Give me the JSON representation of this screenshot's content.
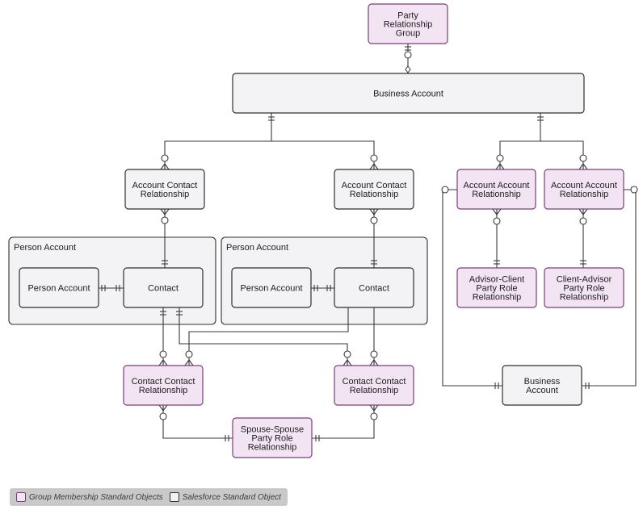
{
  "colors": {
    "purple_fill": "#f3e4f3",
    "purple_stroke": "#7b3d7b",
    "gray_fill": "#f3f3f5",
    "gray_stroke": "#2f2f2f",
    "group_fill": "#f3f3f5",
    "line": "#3a3a3a"
  },
  "groups": [
    {
      "id": "pa_left",
      "title": "Person Account"
    },
    {
      "id": "pa_right",
      "title": "Person Account"
    }
  ],
  "nodes": [
    {
      "id": "prg",
      "kind": "purple",
      "lines": [
        "Party",
        "Relationship",
        "Group"
      ]
    },
    {
      "id": "ba_top",
      "kind": "gray",
      "lines": [
        "Business Account"
      ]
    },
    {
      "id": "acr1",
      "kind": "gray",
      "lines": [
        "Account Contact",
        "Relationship"
      ]
    },
    {
      "id": "acr2",
      "kind": "gray",
      "lines": [
        "Account Contact",
        "Relationship"
      ]
    },
    {
      "id": "aar1",
      "kind": "purple",
      "lines": [
        "Account Account",
        "Relationship"
      ]
    },
    {
      "id": "aar2",
      "kind": "purple",
      "lines": [
        "Account Account",
        "Relationship"
      ]
    },
    {
      "id": "pa1_person",
      "kind": "gray",
      "lines": [
        "Person Account"
      ]
    },
    {
      "id": "pa1_contact",
      "kind": "gray",
      "lines": [
        "Contact"
      ]
    },
    {
      "id": "pa2_person",
      "kind": "gray",
      "lines": [
        "Person Account"
      ]
    },
    {
      "id": "pa2_contact",
      "kind": "gray",
      "lines": [
        "Contact"
      ]
    },
    {
      "id": "acpr",
      "kind": "purple",
      "lines": [
        "Advisor-Client",
        "Party Role",
        "Relationship"
      ]
    },
    {
      "id": "capr",
      "kind": "purple",
      "lines": [
        "Client-Advisor",
        "Party Role",
        "Relationship"
      ]
    },
    {
      "id": "ccr1",
      "kind": "purple",
      "lines": [
        "Contact Contact",
        "Relationship"
      ]
    },
    {
      "id": "ccr2",
      "kind": "purple",
      "lines": [
        "Contact Contact",
        "Relationship"
      ]
    },
    {
      "id": "ba_bottom",
      "kind": "gray",
      "lines": [
        "Business",
        "Account"
      ]
    },
    {
      "id": "sspr",
      "kind": "purple",
      "lines": [
        "Spouse-Spouse",
        "Party Role",
        "Relationship"
      ]
    }
  ],
  "legend": {
    "purple_label": "Group Membership Standard Objects",
    "gray_label": "Salesforce Standard Object"
  }
}
